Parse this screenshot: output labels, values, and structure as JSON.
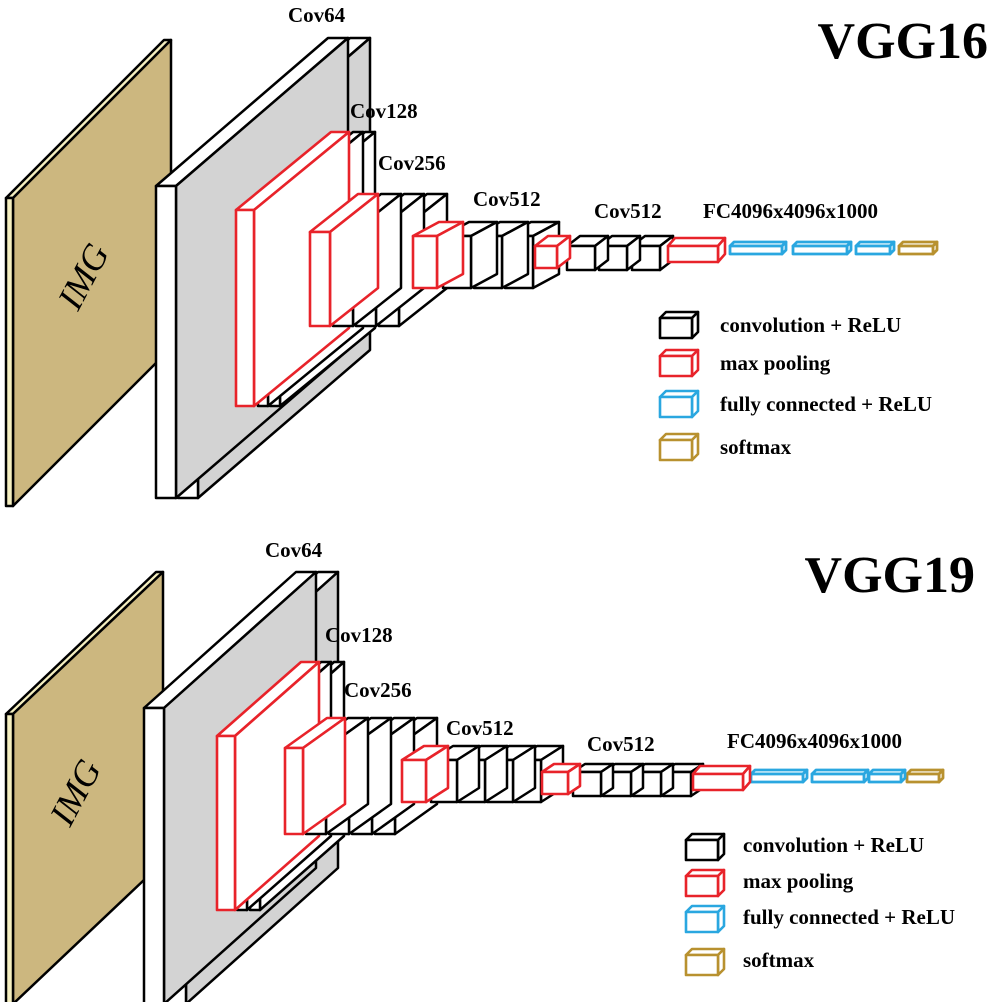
{
  "diagrams": [
    {
      "title": "VGG16",
      "input_label": "IMG",
      "stage_labels": {
        "cov64": "Cov64",
        "cov128": "Cov128",
        "cov256": "Cov256",
        "cov512_a": "Cov512",
        "cov512_b": "Cov512",
        "fc": "FC4096x4096x1000"
      },
      "stage_layers": {
        "cov64": 2,
        "cov128": 2,
        "cov256": 3,
        "cov512_a": 3,
        "cov512_b": 3,
        "fc": 3
      }
    },
    {
      "title": "VGG19",
      "input_label": "IMG",
      "stage_labels": {
        "cov64": "Cov64",
        "cov128": "Cov128",
        "cov256": "Cov256",
        "cov512_a": "Cov512",
        "cov512_b": "Cov512",
        "fc": "FC4096x4096x1000"
      },
      "stage_layers": {
        "cov64": 2,
        "cov128": 2,
        "cov256": 4,
        "cov512_a": 4,
        "cov512_b": 4,
        "fc": 3
      }
    }
  ],
  "legend": [
    {
      "label": "convolution + ReLU",
      "color": "#000000"
    },
    {
      "label": "max pooling",
      "color": "#e8232a"
    },
    {
      "label": "fully connected + ReLU",
      "color": "#2aa7e0"
    },
    {
      "label": "softmax",
      "color": "#b8912f"
    }
  ],
  "colors": {
    "img_face": "#ccb77f",
    "img_side": "#f5efc0",
    "conv_face": "#ffffff",
    "cov64_face": "#d3d3d3",
    "outline": "#000000",
    "pool": "#e8232a",
    "fc": "#2aa7e0",
    "softmax": "#b8912f"
  }
}
